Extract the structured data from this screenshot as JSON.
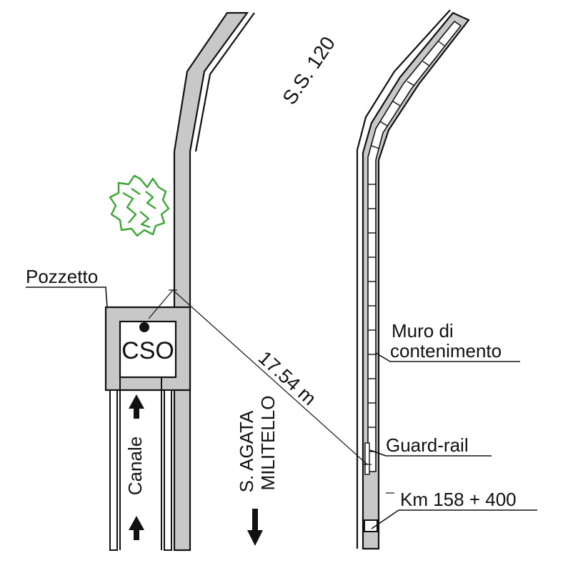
{
  "colors": {
    "road_fill": "#c8c8c8",
    "stroke": "#111111",
    "tree": "#3aa535",
    "background": "#ffffff"
  },
  "labels": {
    "road_name": "S.S. 120",
    "direction_line1": "S. AGATA",
    "direction_line2": "MILITELLO",
    "pozzetto": "Pozzetto",
    "cso": "CSO",
    "canale": "Canale",
    "distance": "17.54 m",
    "muro_line1": "Muro di",
    "muro_line2": "contenimento",
    "guard_rail": "Guard-rail",
    "km": "Km 158 + 400"
  },
  "icons": {
    "tree": "tree-symbol-icon",
    "flow_arrow": "arrow-up-icon",
    "direction_arrow": "arrow-down-icon",
    "manhole": "manhole-dot-icon"
  }
}
